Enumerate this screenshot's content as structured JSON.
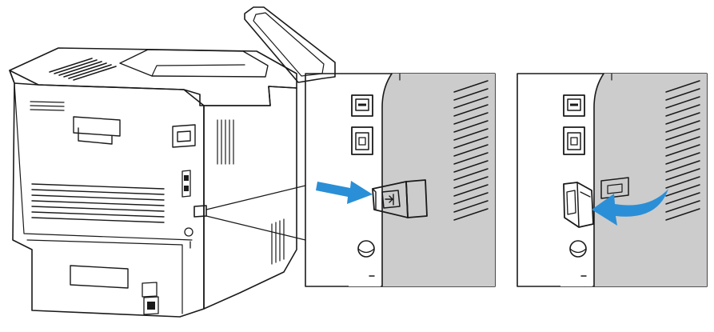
{
  "figure": {
    "colors": {
      "printer_body": "#e6e6e6",
      "printer_top": "#ededed",
      "panel_gray": "#cccccc",
      "outline": "#1a1a1a",
      "arrow_blue": "#2a8fd6",
      "background": "#ffffff"
    },
    "panels": [
      {
        "name": "printer-rear-view"
      },
      {
        "name": "step-remove-cover",
        "arrow": "straight-right"
      },
      {
        "name": "step-cover-removed",
        "arrow": "curved-left"
      }
    ]
  }
}
